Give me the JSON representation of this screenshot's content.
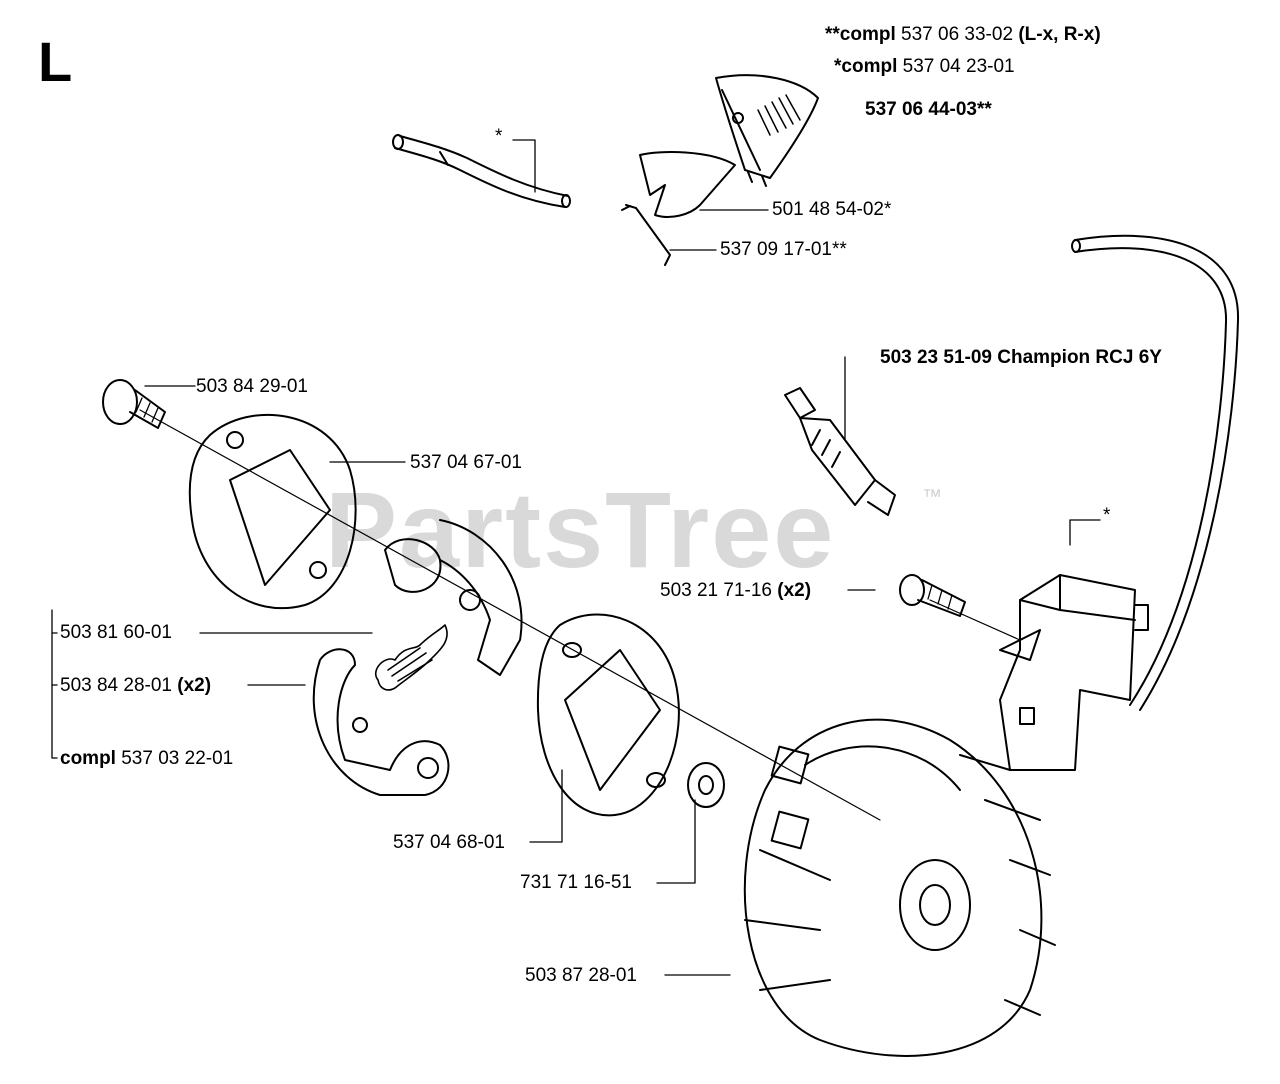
{
  "section_letter": "L",
  "watermark": {
    "text": "PartsTree",
    "mark": "™"
  },
  "labels": {
    "kit_a": {
      "prefix": "**compl",
      "number": "537 06 33-02",
      "suffix": "(L-x, R-x)"
    },
    "kit_b": {
      "prefix": "*compl",
      "number": "537 04 23-01"
    },
    "cover": {
      "number": "537 06 44-03**"
    },
    "hose_star": "*",
    "plate": "501 48 54-02*",
    "wire": "537 09 17-01**",
    "spark_plug": {
      "number": "503 23 51-09 Champion RCJ 6Y"
    },
    "screw_small": "503 84 29-01",
    "clutch_plate_outer": "537 04 67-01",
    "ignition_screw": {
      "number": "503 21 71-16",
      "qty": "(x2)"
    },
    "module_star": "*",
    "spring": "503 81 60-01",
    "shoe": {
      "number": "503 84 28-01",
      "qty": "(x2)"
    },
    "clutch_compl": {
      "prefix": "compl",
      "number": "537 03 22-01"
    },
    "clutch_plate_inner": "537 04 68-01",
    "washer": "731 71 16-51",
    "flywheel": "503 87 28-01"
  },
  "icons": [
    "fuel-hose-icon",
    "shroud-cover-icon",
    "plate-icon",
    "wire-clip-icon",
    "spark-plug-icon",
    "ignition-wire-icon",
    "screw-icon",
    "clutch-plate-icon",
    "clutch-shoe-icon",
    "spring-icon",
    "washer-icon",
    "flywheel-icon",
    "ignition-module-icon"
  ]
}
